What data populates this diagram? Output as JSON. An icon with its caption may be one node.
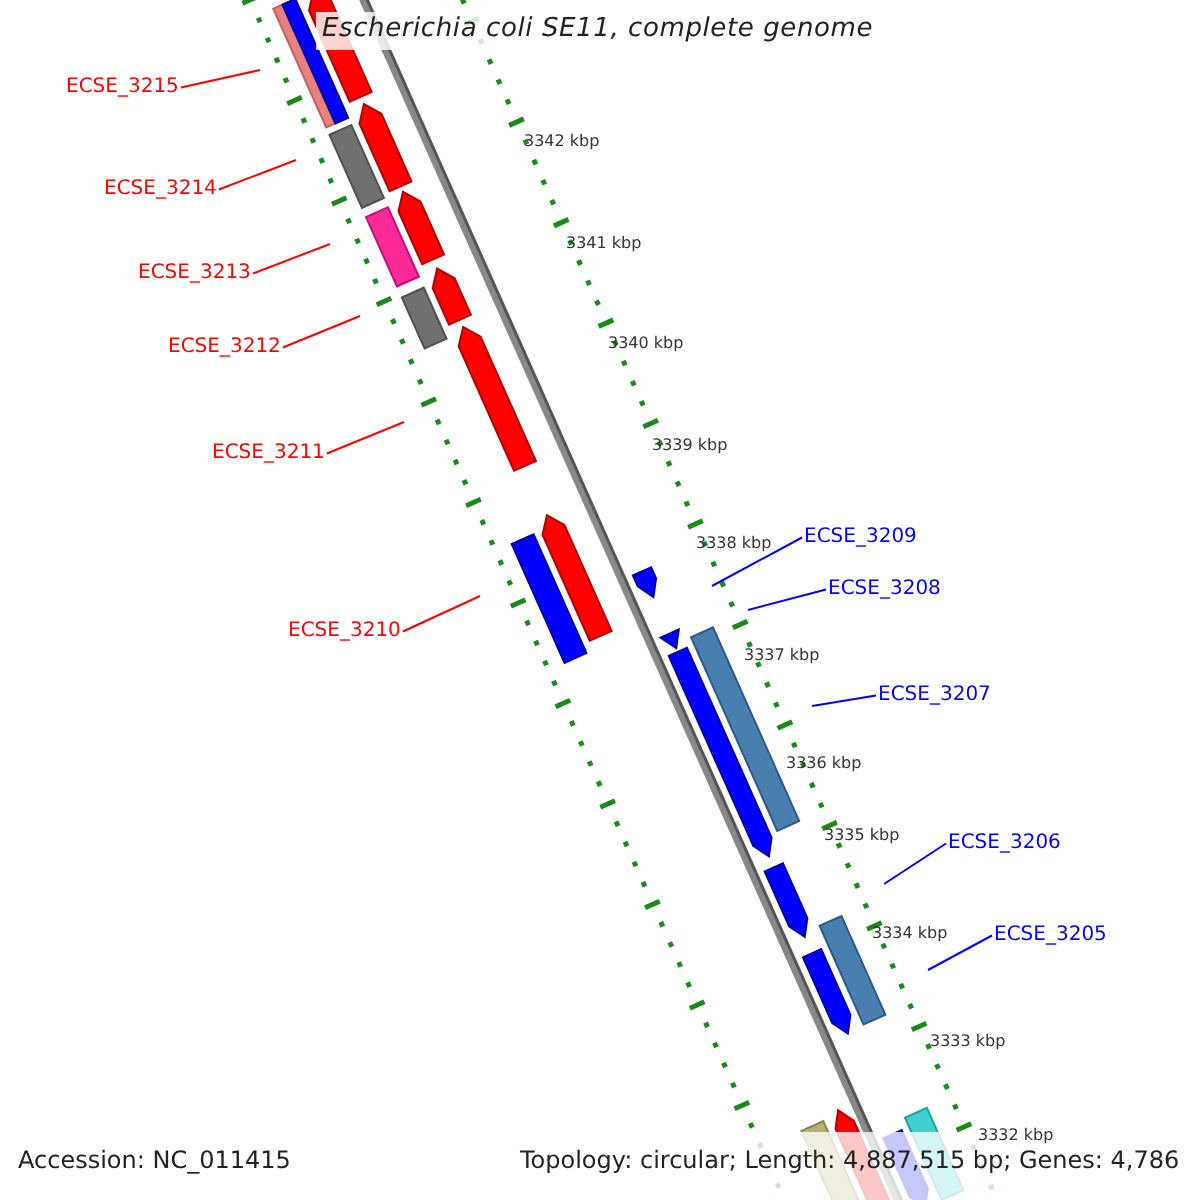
{
  "diagram": {
    "title": "Escherichia coli SE11, complete genome",
    "nodes": [
      {
        "text": [
          "ECSE_3215"
        ]
      },
      {
        "text": [
          "ECSE_3214"
        ]
      },
      {
        "text": [
          "ECSE_3213"
        ]
      },
      {
        "text": [
          "ECSE_3212"
        ]
      },
      {
        "text": [
          "ECSE_3211"
        ]
      },
      {
        "text": [
          "ECSE_3210"
        ]
      },
      {
        "text": [
          "ECSE_3209"
        ]
      },
      {
        "text": [
          "ECSE_3208"
        ]
      },
      {
        "text": [
          "ECSE_3207"
        ]
      },
      {
        "text": [
          "ECSE_3206"
        ]
      },
      {
        "text": [
          "ECSE_3205"
        ]
      }
    ],
    "edges": [
      {
        "from": 0,
        "to": null,
        "arrow": "none",
        "color": "#ff0000"
      },
      {
        "from": 1,
        "to": null,
        "arrow": "none",
        "color": "#ff0000"
      },
      {
        "from": 2,
        "to": null,
        "arrow": "none",
        "color": "#ff0000"
      },
      {
        "from": 3,
        "to": null,
        "arrow": "none",
        "color": "#ff0000"
      },
      {
        "from": 4,
        "to": null,
        "arrow": "none",
        "color": "#ff0000"
      },
      {
        "from": 5,
        "to": null,
        "arrow": "none",
        "color": "#ff0000"
      },
      {
        "from": 6,
        "to": null,
        "arrow": "none",
        "color": "#0000ff"
      },
      {
        "from": 7,
        "to": null,
        "arrow": "none",
        "color": "#0000ff"
      },
      {
        "from": 8,
        "to": null,
        "arrow": "none",
        "color": "#0000ff"
      },
      {
        "from": 9,
        "to": null,
        "arrow": "none",
        "color": "#0000ff"
      },
      {
        "from": 10,
        "to": null,
        "arrow": "none",
        "color": "#0000ff"
      }
    ],
    "labels": [
      "3342 kbp",
      "3341 kbp",
      "3340 kbp",
      "3339 kbp",
      "3338 kbp",
      "3337 kbp",
      "3336 kbp",
      "3335 kbp",
      "3334 kbp",
      "3333 kbp",
      "3332 kbp",
      "Accession: NC_011415",
      "Topology: circular; Length: 4,887,515 bp; Genes: 4,786"
    ]
  }
}
